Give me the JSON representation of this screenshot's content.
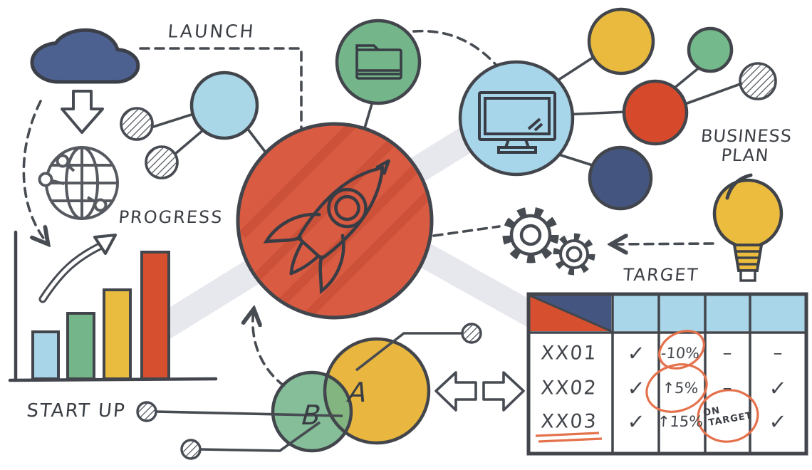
{
  "title": "Startup business plan hand-drawn infographic",
  "labels": {
    "launch": "LAUNCH",
    "progress": "PROGRESS",
    "business_plan_line1": "BUSINESS",
    "business_plan_line2": "PLAN",
    "target": "TARGET",
    "start_up": "START UP",
    "venn_a": "A",
    "venn_b": "B"
  },
  "icons": {
    "cloud": "cloud-icon",
    "down_arrow": "down-arrow-icon",
    "globe": "network-globe-icon",
    "growth_arrow": "curved-growth-arrow-icon",
    "rocket": "rocket-icon",
    "folder": "folder-icon",
    "monitor": "computer-monitor-icon",
    "gears": "gears-icon",
    "light_bulb": "light-bulb-icon",
    "compare_arrows": "left-right-block-arrows"
  },
  "chart_data": {
    "type": "bar",
    "title": "PROGRESS",
    "categories": [
      "bar-1",
      "bar-2",
      "bar-3",
      "bar-4"
    ],
    "values": [
      36,
      52,
      70,
      100
    ],
    "unit": "relative height, % of tallest bar (sketch, no axis labels)",
    "bar_colors": [
      "#a8d5e8",
      "#74b58a",
      "#e9bc3f",
      "#d6502f"
    ],
    "xlabel": "",
    "ylabel": "",
    "grid": false,
    "annotations": [
      "hollow curved arrow pointing up-right",
      "dashed arrow entering from upper left"
    ]
  },
  "table": {
    "columns": 5,
    "header": {
      "corner_cell": "diagonal split",
      "corner_colors": [
        "#d6502f",
        "#44567f"
      ],
      "header_fill": "#a9d6e8",
      "column_titles": [
        "",
        "",
        "",
        "",
        ""
      ]
    },
    "rows": [
      {
        "label": "XX01",
        "c1": "✓",
        "c2": "-10%",
        "c3": "–",
        "c4": "–"
      },
      {
        "label": "XX02",
        "c1": "✓",
        "c2": "↑5%",
        "c3": "–",
        "c4": "✓"
      },
      {
        "label": "XX03",
        "c1": "✓",
        "c2": "↑15%",
        "c3_line1": "ON",
        "c3_line2": "TARGET",
        "c4": "✓"
      }
    ],
    "annotations": {
      "circled_cells": [
        "row XX01 col -10%",
        "row XX02 col ↑5%",
        "row XX03 ON TARGET"
      ],
      "underlined_label": "XX03",
      "annotation_color": "#e4714b"
    }
  },
  "colors": {
    "outline": "#42464c",
    "cloud_navy": "#4d6190",
    "navy": "#44567f",
    "rocket_red": "#d85b42",
    "bright_red": "#d6502f",
    "light_blue": "#a9d6e8",
    "green": "#74b58a",
    "yellow": "#e9bb3e",
    "annotation_orange": "#e4714b",
    "ribbon_gray": "#e7e7ee",
    "background": "#ffffff"
  }
}
